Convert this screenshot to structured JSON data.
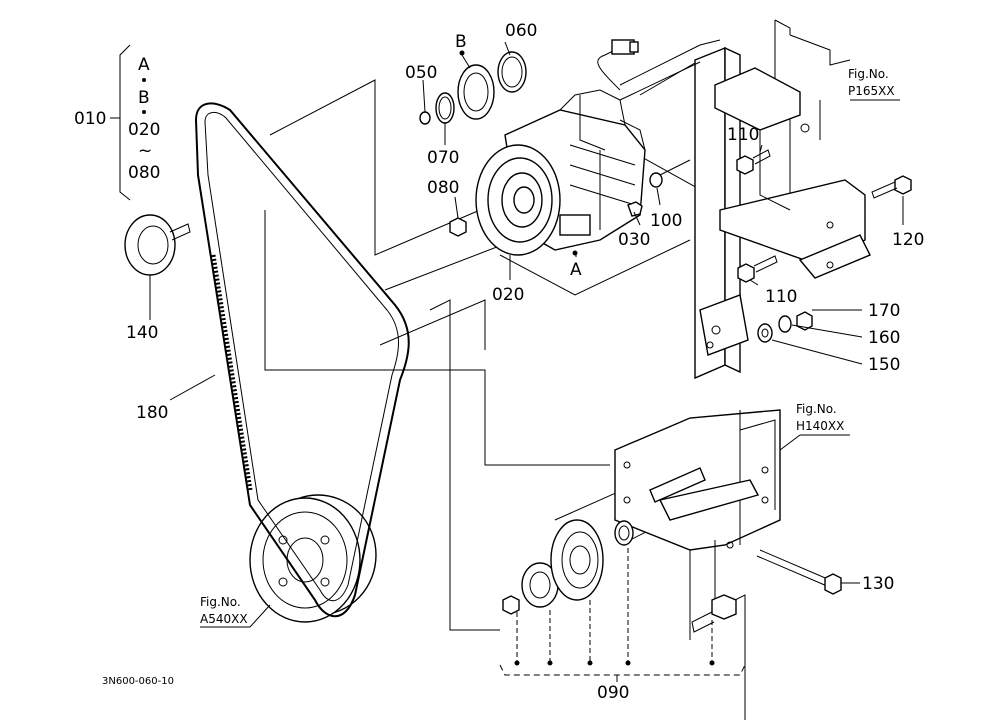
{
  "labels": {
    "p010": "010",
    "p020": "020",
    "p030": "030",
    "p050": "050",
    "p060": "060",
    "p070": "070",
    "p080": "080",
    "p090": "090",
    "p100": "100",
    "p110a": "110",
    "p110b": "110",
    "p120": "120",
    "p130": "130",
    "p140": "140",
    "p150": "150",
    "p160": "160",
    "p170": "170",
    "p180": "180",
    "bracket_A": "A",
    "bracket_B": "B",
    "bracket_020": "020",
    "bracket_tilde": "~",
    "bracket_080": "080",
    "mark_A": "A",
    "mark_B": "B"
  },
  "figrefs": {
    "p165_title": "Fig.No.",
    "p165_code": "P165XX",
    "h140_title": "Fig.No.",
    "h140_code": "H140XX",
    "a540_title": "Fig.No.",
    "a540_code": "A540XX"
  },
  "drawing_id": "3N600-060-10"
}
